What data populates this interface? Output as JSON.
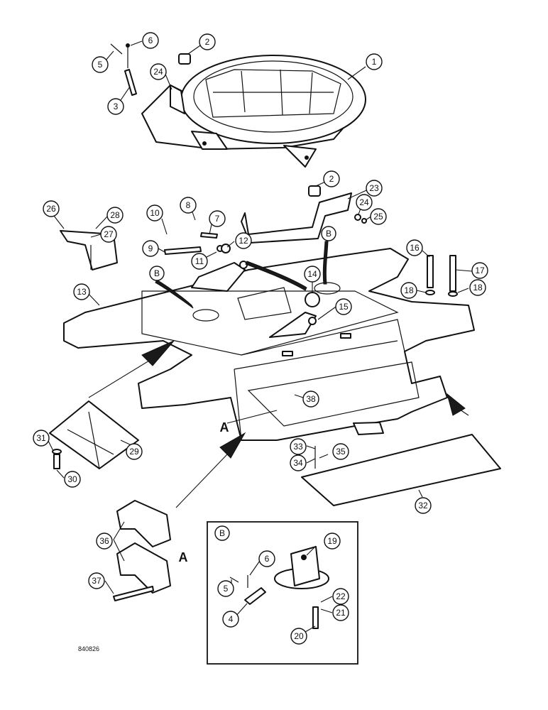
{
  "figure_code": "840826",
  "view_letters": {
    "a_main": "A",
    "a_detail": "A",
    "b_box_title": "B",
    "b_hose_left": "B",
    "b_hose_right": "B"
  },
  "callouts": {
    "c1": "1",
    "c2_top": "2",
    "c2_mid": "2",
    "c3": "3",
    "c5_top": "5",
    "c6_top": "6",
    "c7": "7",
    "c8": "8",
    "c9": "9",
    "c10": "10",
    "c11": "11",
    "c12": "12",
    "c13": "13",
    "c14": "14",
    "c15": "15",
    "c16": "16",
    "c17": "17",
    "c18_left": "18",
    "c18_right": "18",
    "c23": "23",
    "c24_top": "24",
    "c24_mid": "24",
    "c25": "25",
    "c26": "26",
    "c27": "27",
    "c28": "28",
    "c29": "29",
    "c30": "30",
    "c31": "31",
    "c32": "32",
    "c33": "33",
    "c34": "34",
    "c35": "35",
    "c36": "36",
    "c37": "37",
    "c38": "38",
    "c19": "19",
    "c6_box": "6",
    "c5_box": "5",
    "c4": "4",
    "c22": "22",
    "c21": "21",
    "c20": "20"
  }
}
